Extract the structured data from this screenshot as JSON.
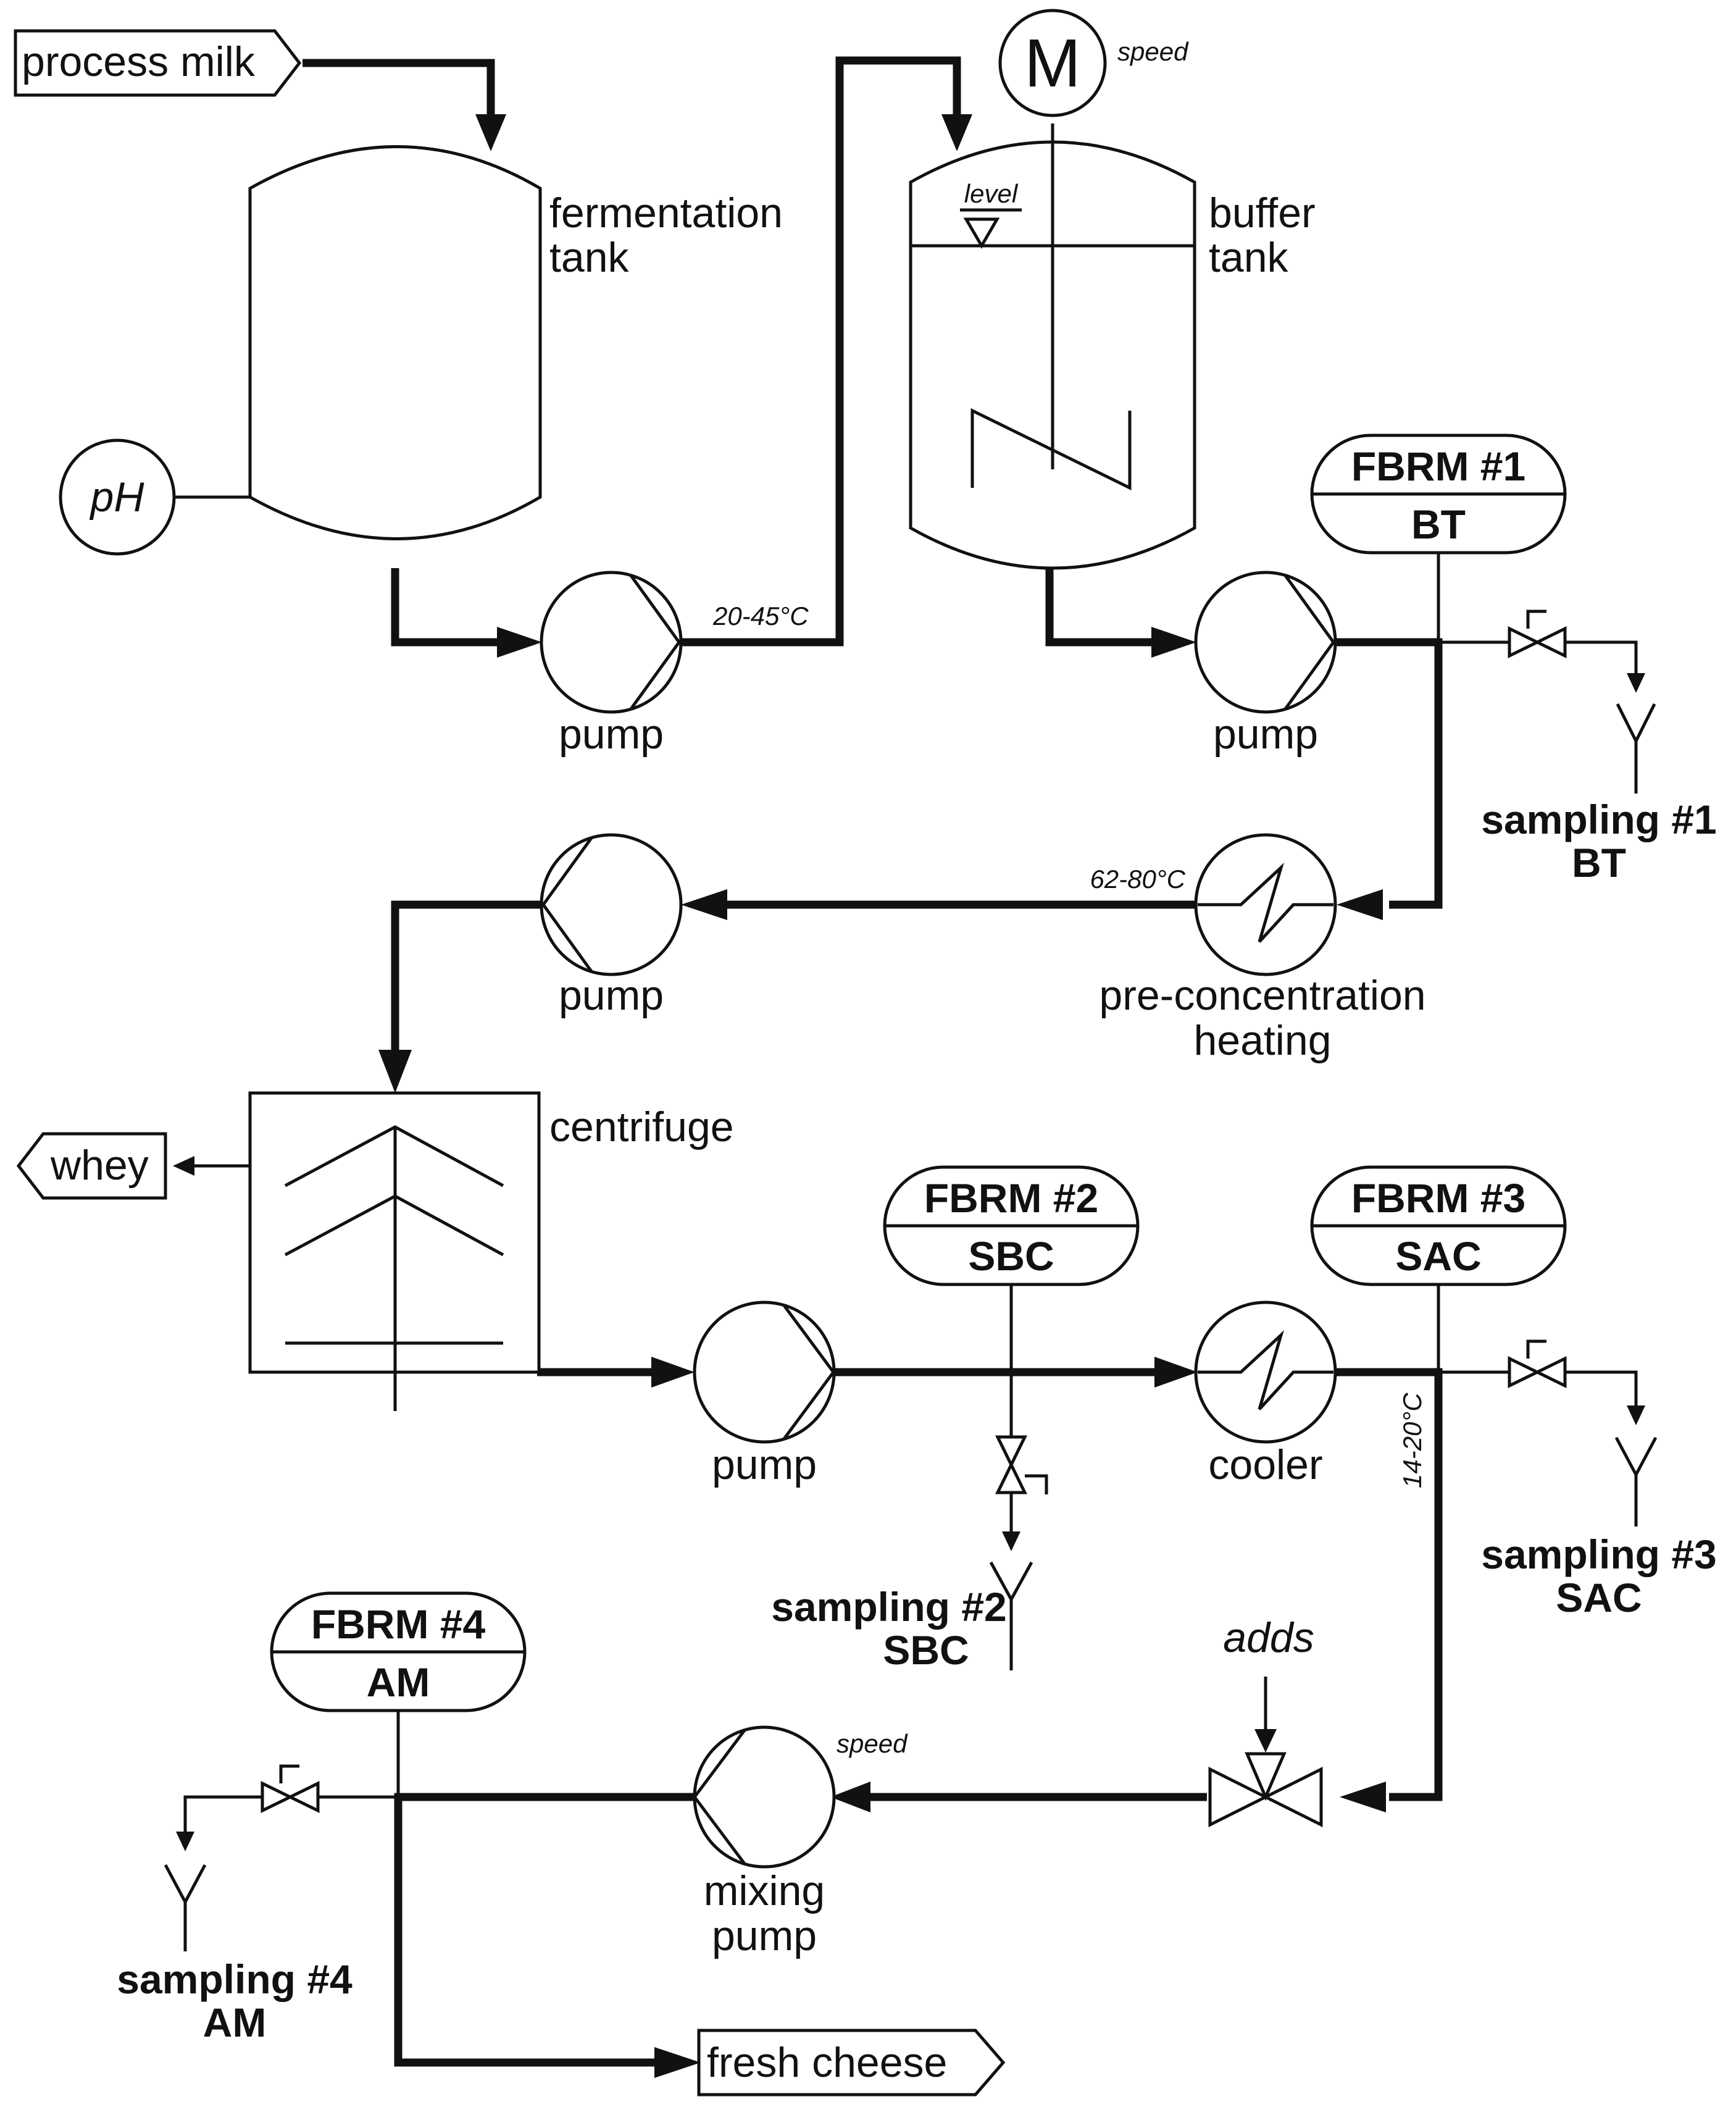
{
  "streams": {
    "process_milk": "process milk",
    "whey": "whey",
    "fresh_cheese": "fresh cheese"
  },
  "equipment": {
    "fermentation_tank": [
      "fermentation",
      "tank"
    ],
    "buffer_tank": [
      "buffer",
      "tank"
    ],
    "pump_1": "pump",
    "pump_2": "pump",
    "pump_3": "pump",
    "pump_4": "pump",
    "pre_concentration_heating": [
      "pre-concentration",
      "heating"
    ],
    "centrifuge": "centrifuge",
    "cooler": "cooler",
    "mixing_pump": [
      "mixing",
      "pump"
    ],
    "motor": "M"
  },
  "instruments": {
    "ph": "pH",
    "level": "level",
    "speed_motor": "speed",
    "speed_mixing_pump": "speed",
    "adds": "adds"
  },
  "temperatures": {
    "t1": "20-45°C",
    "t2": "62-80°C",
    "t3": "14-20°C"
  },
  "fbrm": [
    {
      "title": "FBRM #1",
      "sub": "BT"
    },
    {
      "title": "FBRM #2",
      "sub": "SBC"
    },
    {
      "title": "FBRM #3",
      "sub": "SAC"
    },
    {
      "title": "FBRM #4",
      "sub": "AM"
    }
  ],
  "sampling": [
    {
      "title": "sampling #1",
      "sub": "BT"
    },
    {
      "title": "sampling #2",
      "sub": "SBC"
    },
    {
      "title": "sampling #3",
      "sub": "SAC"
    },
    {
      "title": "sampling #4",
      "sub": "AM"
    }
  ],
  "colors": {
    "line": "#111111",
    "background": "#ffffff"
  }
}
